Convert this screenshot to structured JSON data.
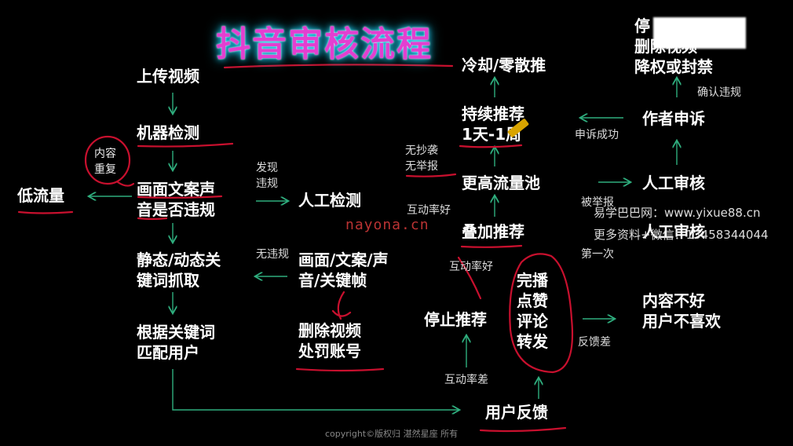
{
  "title": "抖音审核流程",
  "nodes": {
    "upload": "上传视频",
    "machine": "机器检测",
    "violation": "画面文案声\n音是否违规",
    "low_traffic": "低流量",
    "keywords": "静态/动态关\n键词抓取",
    "match": "根据关键词\n匹配用户",
    "manual": "人工检测",
    "frames": "画面/文案/声\n音/关键帧",
    "delete": "删除视频\n处罚账号",
    "feedback": "用户反馈",
    "stop": "停止推荐",
    "stack": "叠加推荐",
    "pool": "更高流量池",
    "sustain": "持续推荐\n1天-1周",
    "cool": "冷却/零散推",
    "metrics": "完播\n点赞\n评论\n转发",
    "bad": "内容不好\n用户不喜欢",
    "review": "人工审核",
    "review2": "人工审核",
    "appeal": "作者申诉",
    "penalty": "停\n删除视频\n降权或封禁"
  },
  "labels": {
    "dup": "内容\n重复",
    "found": "发现\n违规",
    "none": "无违规",
    "nocopy": "无抄袭\n无举报",
    "good1": "互动率好",
    "good2": "互动率好",
    "poor": "互动率差",
    "badfb": "反馈差",
    "reported": "被举报",
    "first": "第一次",
    "success": "申诉成功",
    "confirm": "确认违规"
  },
  "watermarks": {
    "site": "易学巴巴网：www.yixue88.cn",
    "more": "更多资料+微信：13458344044",
    "nayona": "nayona.cn",
    "copyright": "copyright©版权归 湛然星座 所有"
  },
  "colors": {
    "title": "#e33fd0",
    "glow": "#1bd8ff",
    "arrow": "#2fae7e",
    "ink": "#c8102e"
  }
}
